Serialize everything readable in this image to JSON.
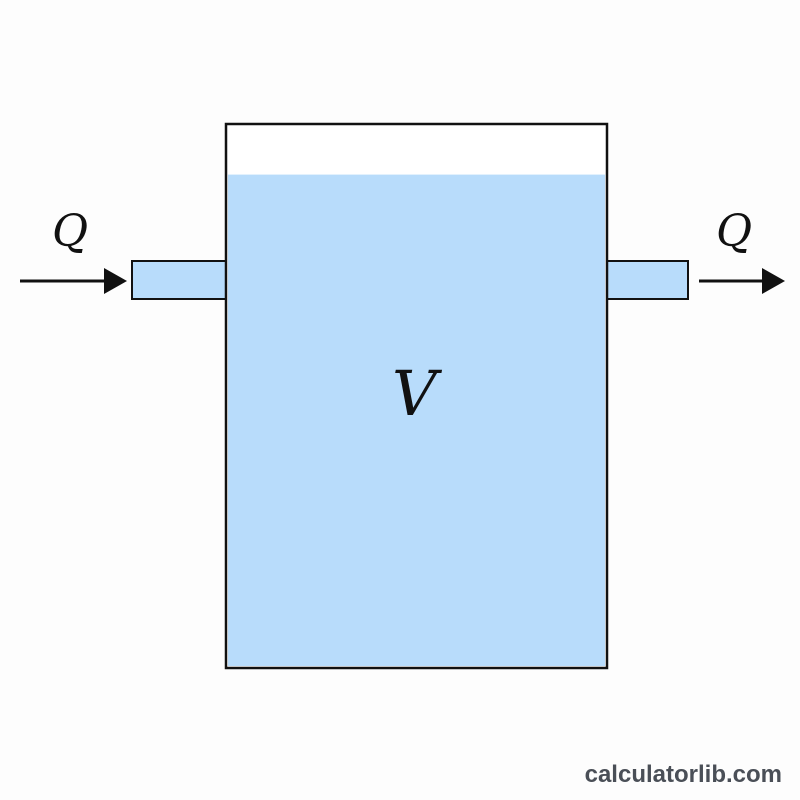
{
  "labels": {
    "inflow": "Q",
    "outflow": "Q",
    "volume": "V"
  },
  "watermark": "calculatorlib.com",
  "colors": {
    "background": "#fdfdfd",
    "water": "#b8dcfb",
    "tank_empty": "#ffffff",
    "outline": "#111111",
    "arrow": "#111111",
    "label": "#111111",
    "watermark": "#4a4f57"
  },
  "tank": {
    "fill_level": 0.91
  }
}
